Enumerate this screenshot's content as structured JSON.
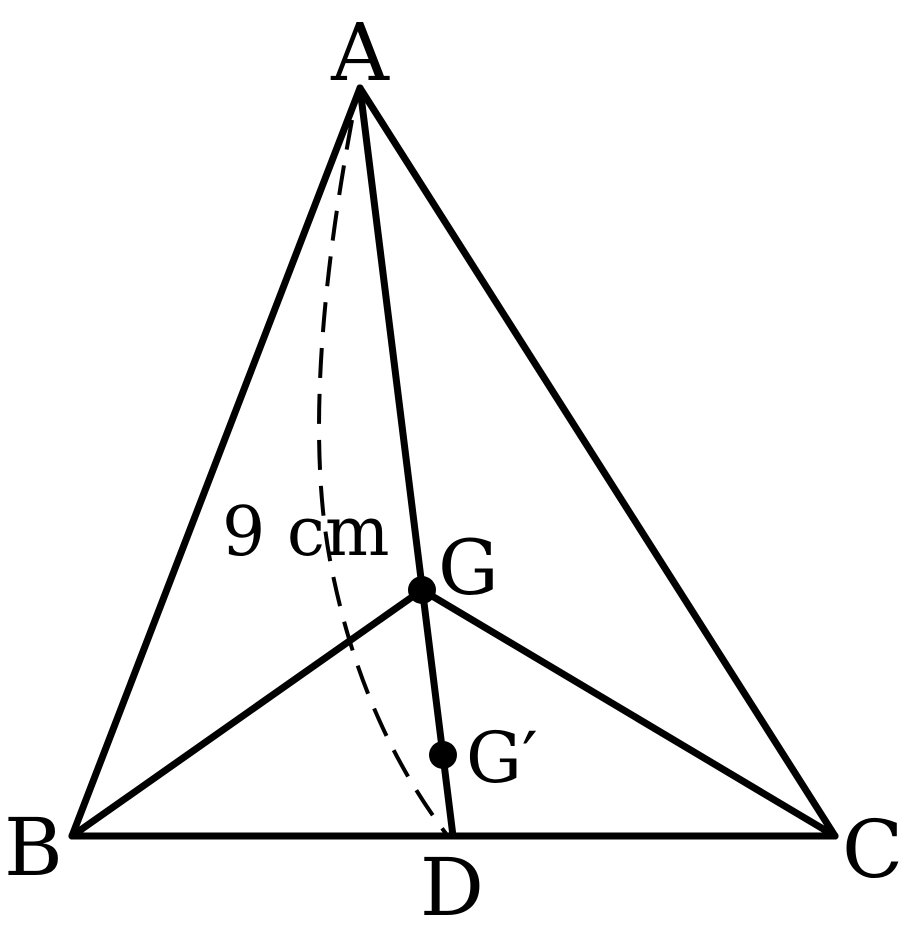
{
  "diagram": {
    "points": {
      "A": "A",
      "B": "B",
      "C": "C",
      "D": "D",
      "G": "G",
      "G_prime": "G′"
    },
    "measure_label": "9 cm",
    "colors": {
      "stroke": "#000000",
      "background": "#ffffff"
    }
  }
}
